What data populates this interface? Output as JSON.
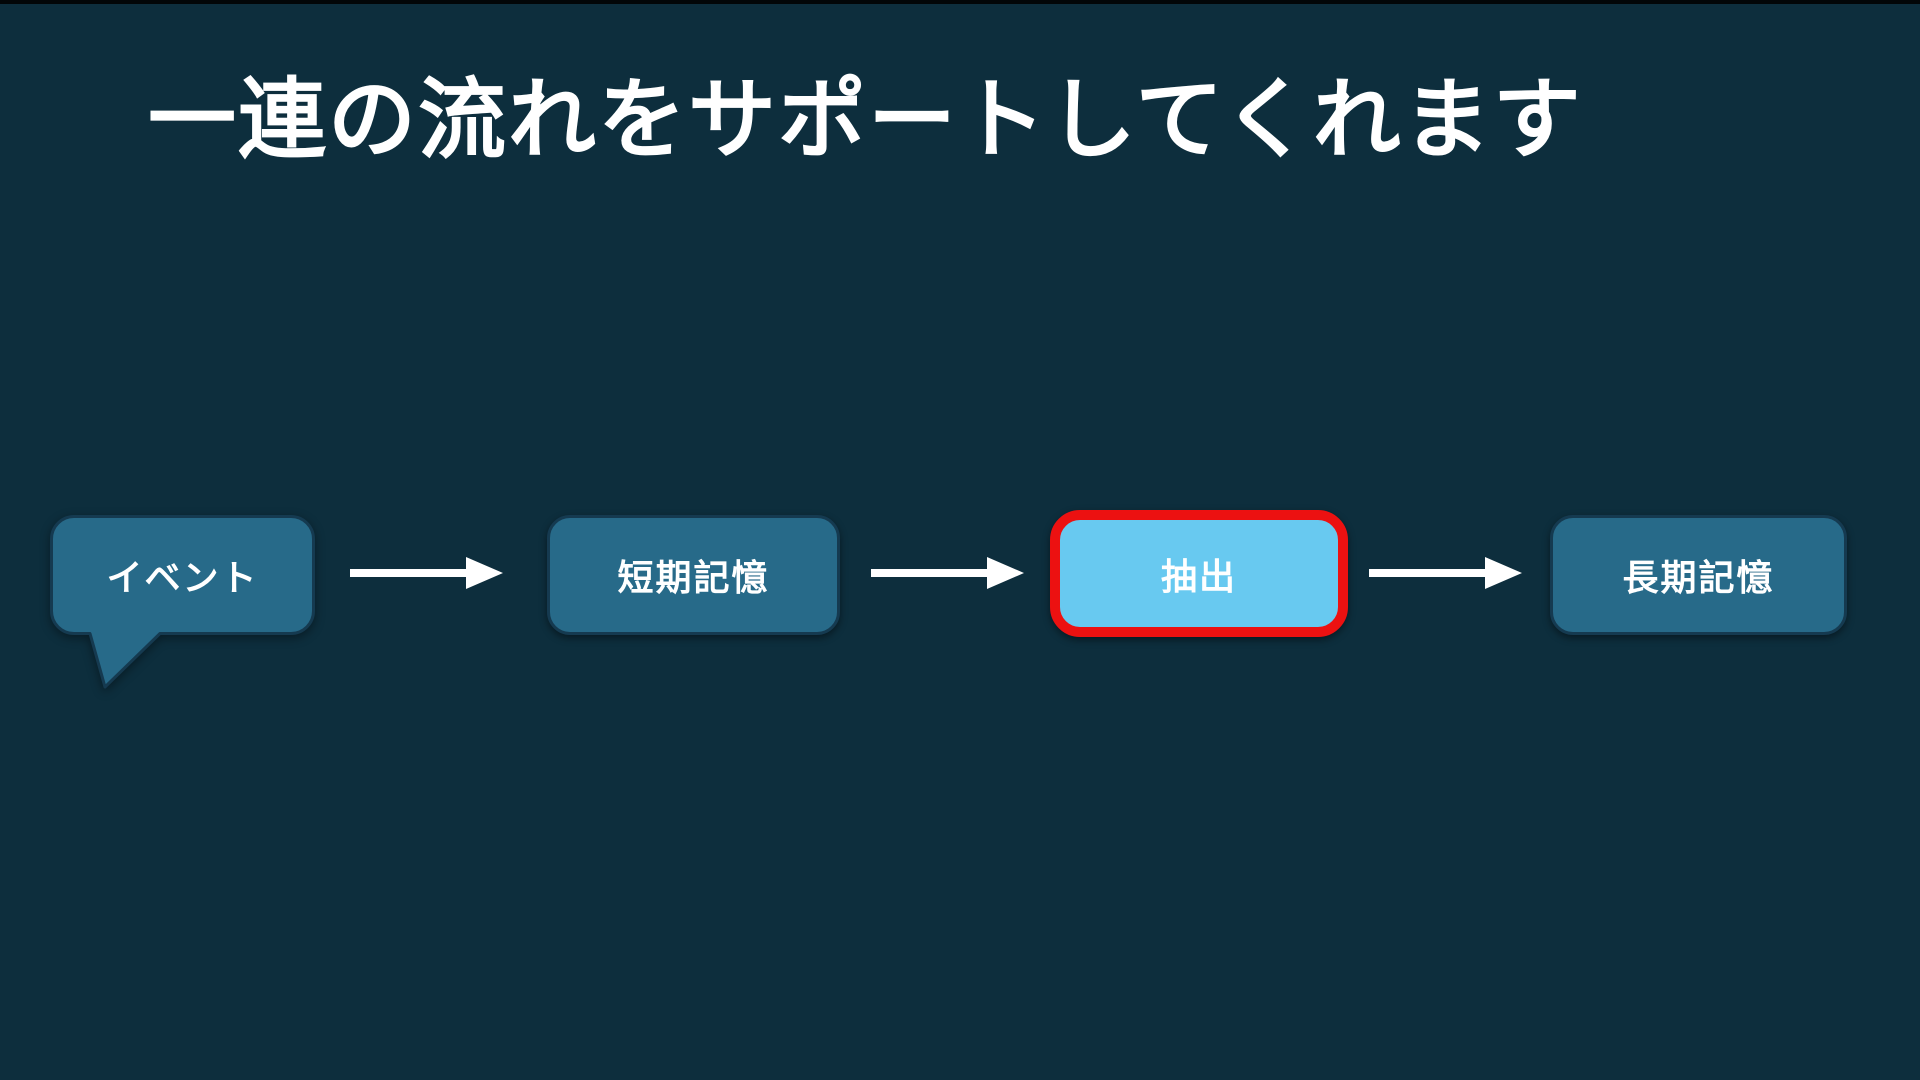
{
  "slide": {
    "title": "一連の流れをサポートしてくれます",
    "background_color": "#0d2e3d",
    "title_color": "#ffffff",
    "flow": {
      "nodes": [
        {
          "label": "イベント",
          "shape": "speech-bubble",
          "fill": "#276a89",
          "border_color": "#153a50",
          "text_color": "#ffffff",
          "highlighted": false
        },
        {
          "label": "短期記憶",
          "shape": "rounded-rect",
          "fill": "#276a89",
          "border_color": "#153a50",
          "text_color": "#ffffff",
          "highlighted": false
        },
        {
          "label": "抽出",
          "shape": "rounded-rect",
          "fill": "#68c9f0",
          "border_color": "#ec1111",
          "text_color": "#ffffff",
          "highlighted": true
        },
        {
          "label": "長期記憶",
          "shape": "rounded-rect",
          "fill": "#276a89",
          "border_color": "#153a50",
          "text_color": "#ffffff",
          "highlighted": false
        }
      ],
      "arrow_color": "#ffffff",
      "arrow_count": 3
    }
  }
}
